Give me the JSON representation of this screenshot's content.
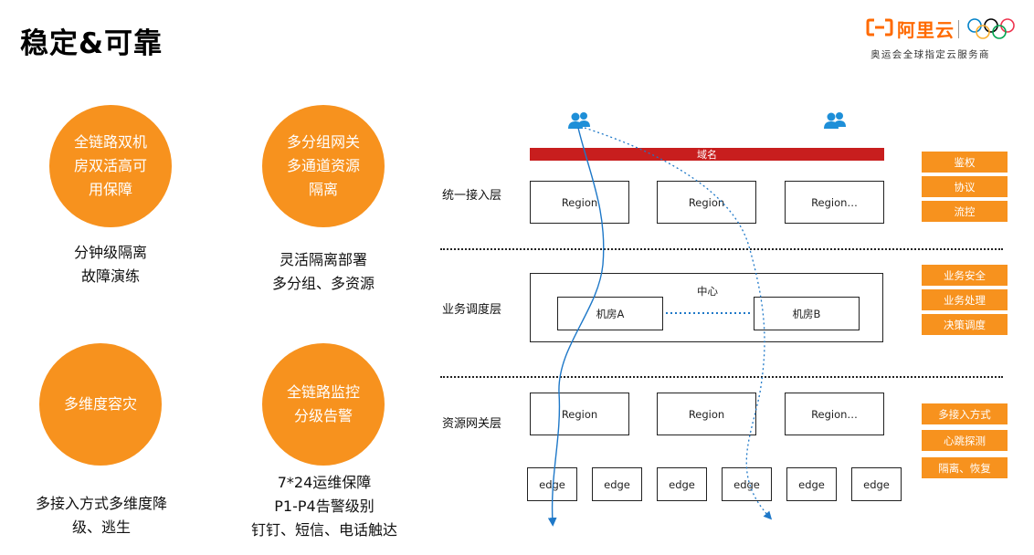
{
  "title": "稳定&可靠",
  "logo": {
    "brand": "阿里云",
    "subtitle": "奥运会全球指定云服务商",
    "brand_color": "#ff6a00"
  },
  "features": [
    {
      "circle": "全链路双机\n房双活高可\n用保障",
      "caption": "分钟级隔离\n故障演练"
    },
    {
      "circle": "多分组网关\n多通道资源\n隔离",
      "caption": "灵活隔离部署\n多分组、多资源"
    },
    {
      "circle": "多维度容灾",
      "caption": "多接入方式多维度降\n级、逃生"
    },
    {
      "circle": "全链路监控\n分级告警",
      "caption": "7*24运维保障\nP1-P4告警级别\n钉钉、短信、电话触达"
    }
  ],
  "accent_color": "#f7921e",
  "diagram": {
    "domain_bar": "域名",
    "domain_color": "#c81e1e",
    "layers": [
      "统一接入层",
      "业务调度层",
      "资源网关层"
    ],
    "access_regions": [
      "Region",
      "Region",
      "Region…"
    ],
    "center": {
      "label": "中心",
      "rooms": [
        "机房A",
        "机房B"
      ]
    },
    "gateway_regions": [
      "Region",
      "Region",
      "Region…"
    ],
    "edges": [
      "edge",
      "edge",
      "edge",
      "edge",
      "edge",
      "edge"
    ],
    "tags_access": [
      "鉴权",
      "协议",
      "流控"
    ],
    "tags_dispatch": [
      "业务安全",
      "业务处理",
      "决策调度"
    ],
    "tags_gateway": [
      "多接入方式",
      "心跳探测",
      "隔离、恢复"
    ],
    "icons": [
      "users-icon",
      "users-icon"
    ],
    "flow_color": "#1e78c8"
  }
}
